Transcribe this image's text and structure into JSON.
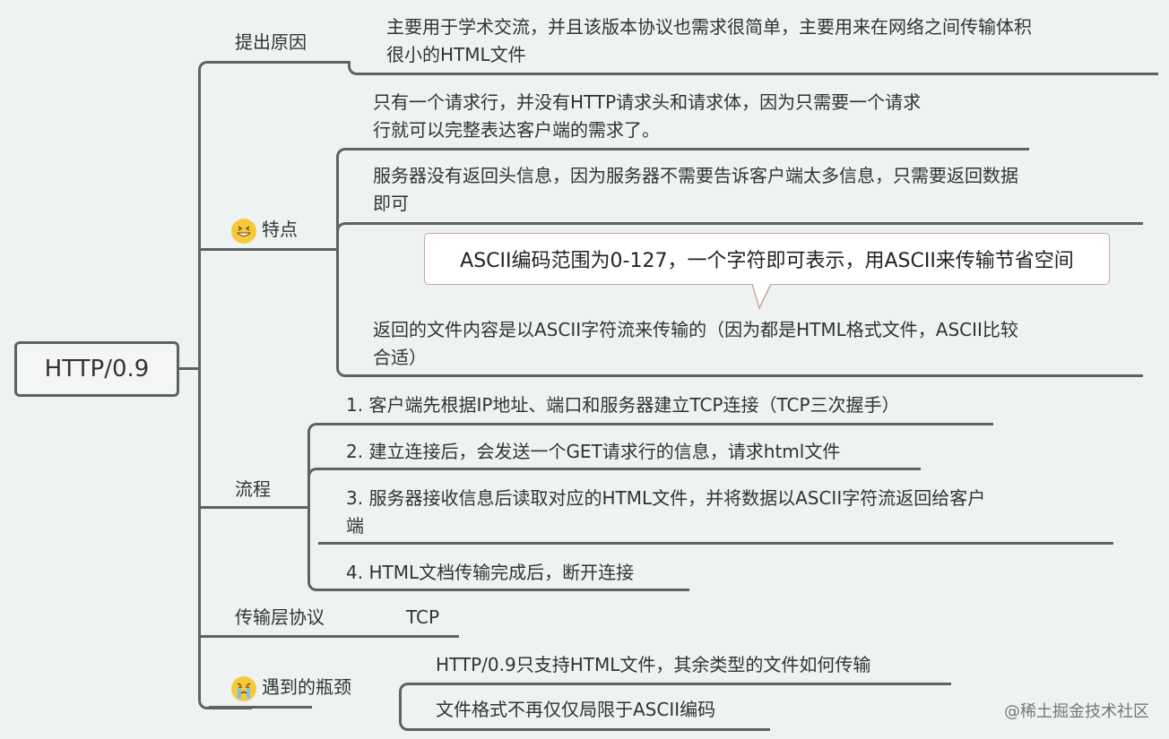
{
  "root": {
    "label": "HTTP/0.9"
  },
  "branches": {
    "reason": {
      "label": "提出原因",
      "items": [
        {
          "line1": "主要用于学术交流，并且该版本协议也需求很简单，主要用来在网络之间传输体积",
          "line2": "很小的HTML文件"
        }
      ]
    },
    "features": {
      "label": "特点",
      "icon": "grinning-squint-emoji-icon",
      "items": [
        {
          "line1": "只有一个请求行，并没有HTTP请求头和请求体，因为只需要一个请求",
          "line2": "行就可以完整表达客户端的需求了。"
        },
        {
          "line1": "服务器没有返回头信息，因为服务器不需要告诉客户端太多信息，只需要返回数据",
          "line2": "即可"
        },
        {
          "line1": "返回的文件内容是以ASCII字符流来传输的（因为都是HTML格式文件，ASCII比较",
          "line2": "合适）"
        }
      ],
      "callout": "ASCII编码范围为0-127，一个字符即可表示，用ASCII来传输节省空间"
    },
    "process": {
      "label": "流程",
      "items": [
        {
          "line1": "1. 客户端先根据IP地址、端口和服务器建立TCP连接（TCP三次握手）"
        },
        {
          "line1": "2. 建立连接后，会发送一个GET请求行的信息，请求html文件"
        },
        {
          "line1": "3. 服务器接收信息后读取对应的HTML文件，并将数据以ASCII字符流返回给客户",
          "line2": "端"
        },
        {
          "line1": "4. HTML文档传输完成后，断开连接"
        }
      ]
    },
    "transport": {
      "label": "传输层协议",
      "value": "TCP"
    },
    "bottleneck": {
      "label": "遇到的瓶颈",
      "icon": "crying-emoji-icon",
      "items": [
        {
          "line1": "HTTP/0.9只支持HTML文件，其余类型的文件如何传输"
        },
        {
          "line1": "文件格式不再仅仅局限于ASCII编码"
        }
      ]
    }
  },
  "watermark": "@稀土掘金技术社区",
  "colors": {
    "background": "#eef2f2",
    "line": "#5d6263",
    "emoji": "#f8c83a",
    "callout_border": "#c9a79a"
  }
}
